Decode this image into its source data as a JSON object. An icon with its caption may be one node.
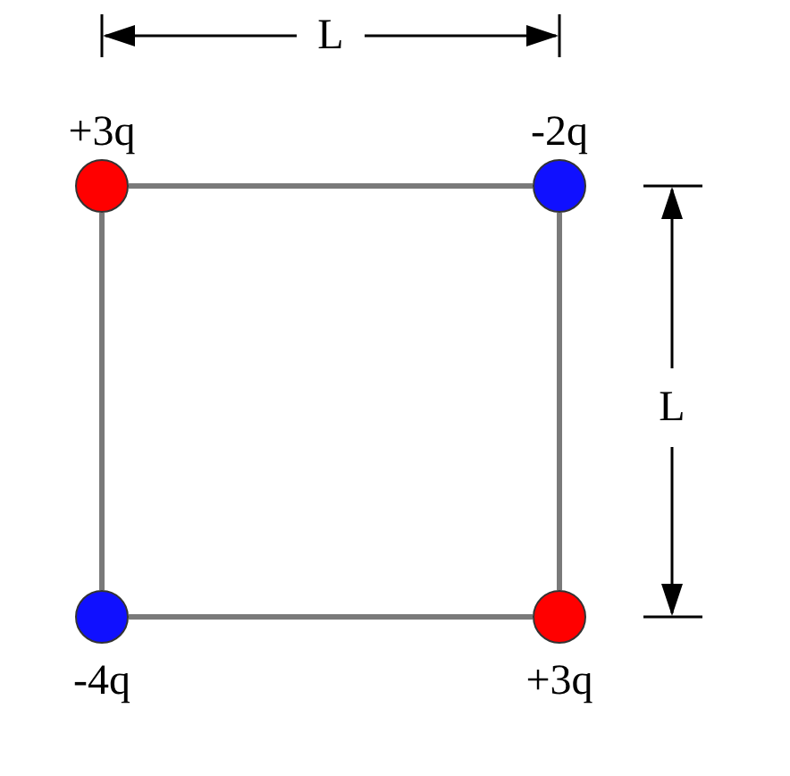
{
  "diagram": {
    "nodes": [
      {
        "text": [],
        "shape": "circle",
        "beside": [
          "+3q"
        ]
      },
      {
        "text": [],
        "shape": "circle",
        "beside": [
          "-2q"
        ]
      },
      {
        "text": [],
        "shape": "circle",
        "beside": [
          "-4q"
        ]
      },
      {
        "text": [],
        "shape": "circle",
        "beside": [
          "+3q"
        ]
      }
    ],
    "edges": [
      {
        "from": 0,
        "to": 1,
        "arrow": "none"
      },
      {
        "from": 1,
        "to": 3,
        "arrow": "none"
      },
      {
        "from": 3,
        "to": 2,
        "arrow": "none"
      },
      {
        "from": 2,
        "to": 0,
        "arrow": "none"
      }
    ],
    "labels": [
      "L",
      "L"
    ]
  }
}
